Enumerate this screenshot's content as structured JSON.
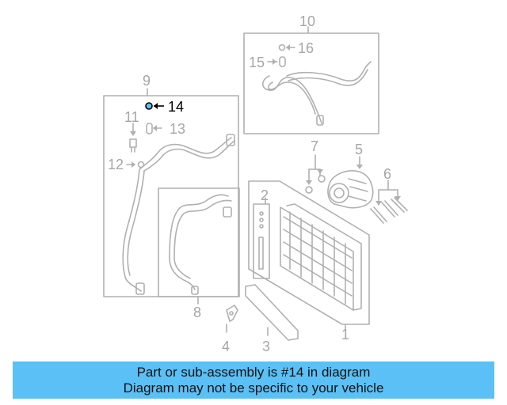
{
  "diagram": {
    "highlight_part": "14",
    "callouts": [
      {
        "id": "c10",
        "label": "10"
      },
      {
        "id": "c16",
        "label": "16"
      },
      {
        "id": "c15",
        "label": "15"
      },
      {
        "id": "c9",
        "label": "9"
      },
      {
        "id": "c14",
        "label": "14"
      },
      {
        "id": "c11",
        "label": "11"
      },
      {
        "id": "c13",
        "label": "13"
      },
      {
        "id": "c12",
        "label": "12"
      },
      {
        "id": "c7",
        "label": "7"
      },
      {
        "id": "c5",
        "label": "5"
      },
      {
        "id": "c6",
        "label": "6"
      },
      {
        "id": "c2",
        "label": "2"
      },
      {
        "id": "c8",
        "label": "8"
      },
      {
        "id": "c1",
        "label": "1"
      },
      {
        "id": "c4",
        "label": "4"
      },
      {
        "id": "c3",
        "label": "3"
      }
    ]
  },
  "banner": {
    "line1": "Part or sub-assembly is #14 in diagram",
    "line2": "Diagram may not be specific to your vehicle"
  },
  "colors": {
    "line": "#b0b0b0",
    "highlight": "#000000",
    "banner": "#5bc0f5"
  }
}
